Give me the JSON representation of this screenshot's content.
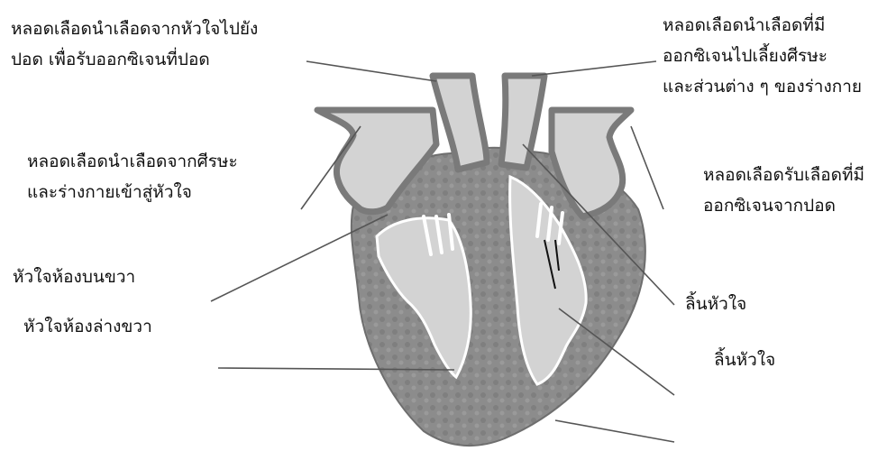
{
  "diagram": {
    "labels": {
      "pulmonary_artery_l1": "หลอดเลือดนำเลือดจากหัวใจไปยัง",
      "pulmonary_artery_l2": "ปอด เพื่อรับออกซิเจนที่ปอด",
      "vena_cava_l1": "หลอดเลือดนำเลือดจากศีรษะ",
      "vena_cava_l2": "และร่างกายเข้าสู่หัวใจ",
      "right_atrium": "หัวใจห้องบนขวา",
      "right_ventricle": "หัวใจห้องล่างขวา",
      "aorta_l1": "หลอดเลือดนำเลือดที่มี",
      "aorta_l2": "ออกซิเจนไปเลี้ยงศีรษะ",
      "aorta_l3": "และส่วนต่าง ๆ ของร่างกาย",
      "pulmonary_vein_l1": "หลอดเลือดรับเลือดที่มี",
      "pulmonary_vein_l2": "ออกซิเจนจากปอด",
      "valve_upper": "ลิ้นหัวใจ",
      "valve_lower": "ลิ้นหัวใจ"
    },
    "colors": {
      "muscle": "#8c8c8c",
      "chamber": "#d3d3d3",
      "valve": "#ffffff",
      "leader_line": "#555555"
    }
  }
}
